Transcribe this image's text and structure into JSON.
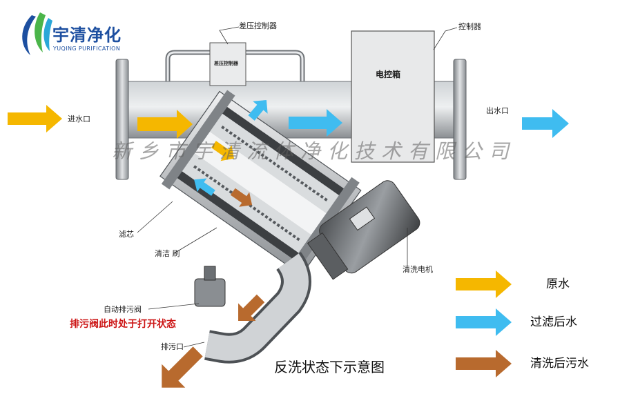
{
  "brand": {
    "name_cn": "宇清净化",
    "name_en": "YUQING PURIFICATION"
  },
  "labels": {
    "diff_pressure_controller": "差压控制器",
    "diff_pressure_box": "差压控制器",
    "controller": "控制器",
    "control_box": "电控箱",
    "inlet": "进水口",
    "outlet": "出水口",
    "filter_core": "滤芯",
    "cleaning_brush": "清洁 刷",
    "washing_motor": "清洗电机",
    "auto_drain_valve": "自动排污阀",
    "drain_outlet": "排污口"
  },
  "status_text": "排污阀此时处于打开状态",
  "caption": "反洗状态下示意图",
  "watermark": "新乡市宇清流体净化技术有限公司",
  "legend": [
    {
      "label": "原水",
      "color": "#f5b700"
    },
    {
      "label": "过滤后水",
      "color": "#3fbcf0"
    },
    {
      "label": "清洗后污水",
      "color": "#b86a2e"
    }
  ],
  "colors": {
    "raw_water": "#f5b700",
    "filtered_water": "#3fbcf0",
    "dirty_water": "#b86a2e",
    "brand": "#1d4fa0",
    "status": "#cc1414"
  }
}
